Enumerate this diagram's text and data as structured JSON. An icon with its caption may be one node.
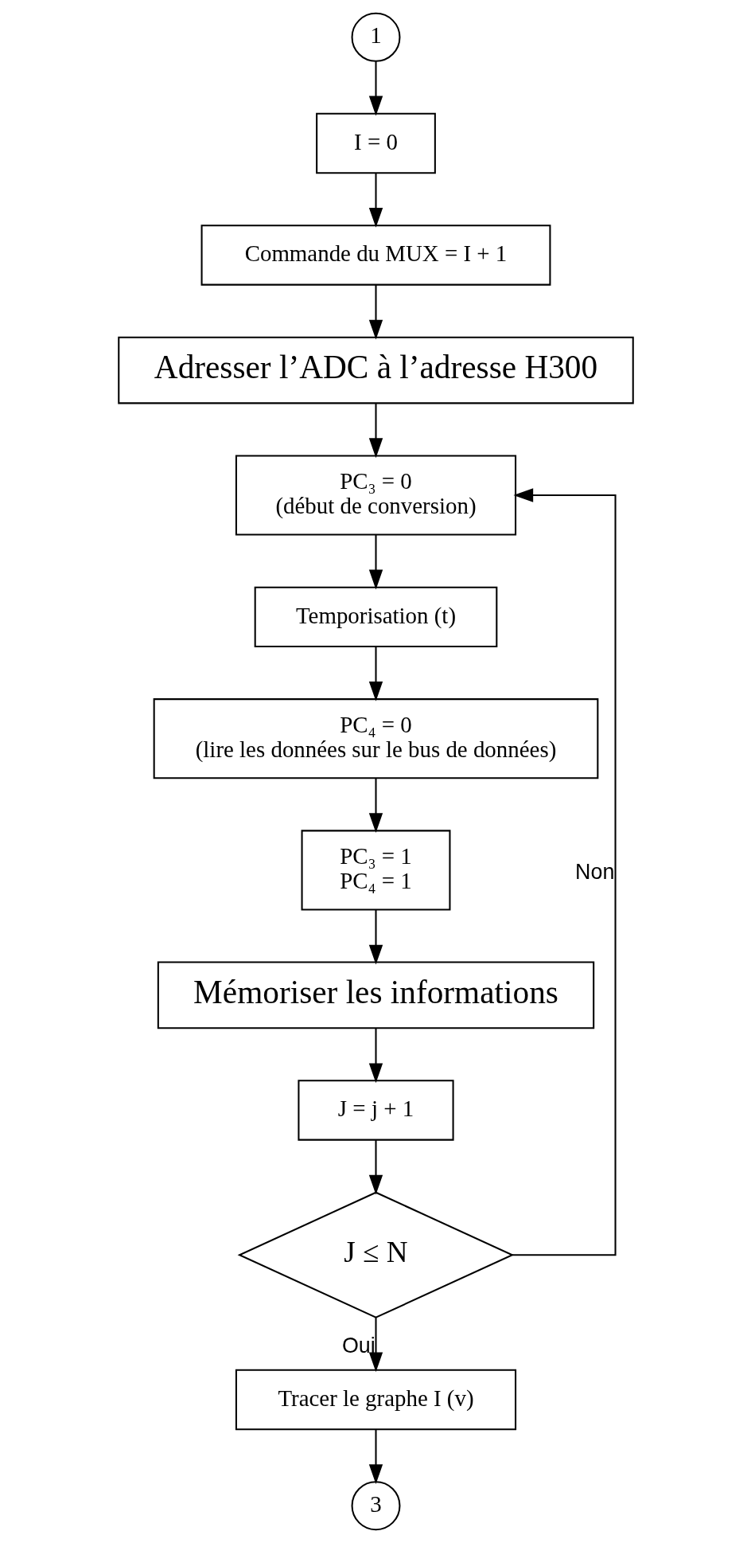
{
  "diagram": {
    "nodes": [
      {
        "text": [
          "1"
        ]
      },
      {
        "text": [
          "I = 0"
        ]
      },
      {
        "text": [
          "Commande du MUX = I + 1"
        ]
      },
      {
        "text": [
          "Adresser l’ADC à l’adresse H300"
        ]
      },
      {
        "text": [
          "PC₃ = 0",
          "(début de conversion)"
        ]
      },
      {
        "text": [
          "Temporisation (t)"
        ]
      },
      {
        "text": [
          "PC₄ = 0",
          "(lire les données sur le bus de données)"
        ]
      },
      {
        "text": [
          "PC₃ = 1",
          "PC₄ = 1"
        ]
      },
      {
        "text": [
          "Mémoriser les informations"
        ]
      },
      {
        "text": [
          "J = j + 1"
        ]
      },
      {
        "text": [
          "J ≤ N"
        ]
      },
      {
        "text": [
          "Tracer le graphe I (v)"
        ]
      },
      {
        "text": [
          "3"
        ]
      }
    ],
    "edges": [
      {
        "from": 0,
        "to": 1,
        "arrow": "to"
      },
      {
        "from": 1,
        "to": 2,
        "arrow": "to"
      },
      {
        "from": 2,
        "to": 3,
        "arrow": "to"
      },
      {
        "from": 3,
        "to": 4,
        "arrow": "to"
      },
      {
        "from": 4,
        "to": 5,
        "arrow": "to"
      },
      {
        "from": 5,
        "to": 6,
        "arrow": "to"
      },
      {
        "from": 6,
        "to": 7,
        "arrow": "to"
      },
      {
        "from": 7,
        "to": 8,
        "arrow": "to"
      },
      {
        "from": 8,
        "to": 9,
        "arrow": "to"
      },
      {
        "from": 9,
        "to": 10,
        "arrow": "to"
      },
      {
        "from": 10,
        "to": 4,
        "arrow": "to",
        "label": "Non"
      },
      {
        "from": 10,
        "to": 11,
        "arrow": "to",
        "label": "Oui"
      },
      {
        "from": 11,
        "to": 12,
        "arrow": "to"
      }
    ]
  }
}
